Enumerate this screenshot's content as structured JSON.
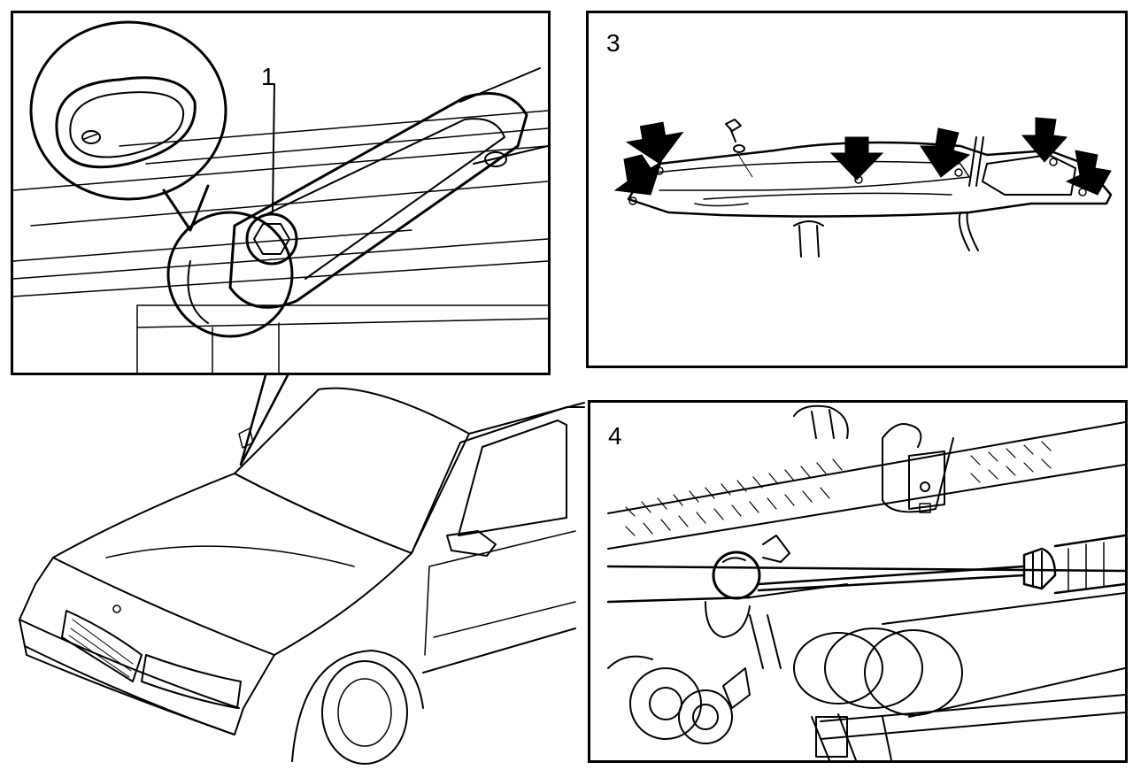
{
  "panels": {
    "detail_1": {
      "callout": "1"
    },
    "step_3": {
      "step_number": "3"
    },
    "step_4": {
      "step_number": "4"
    }
  },
  "icons": [
    "arrow-icon",
    "bolt-icon",
    "screwdriver-icon"
  ]
}
